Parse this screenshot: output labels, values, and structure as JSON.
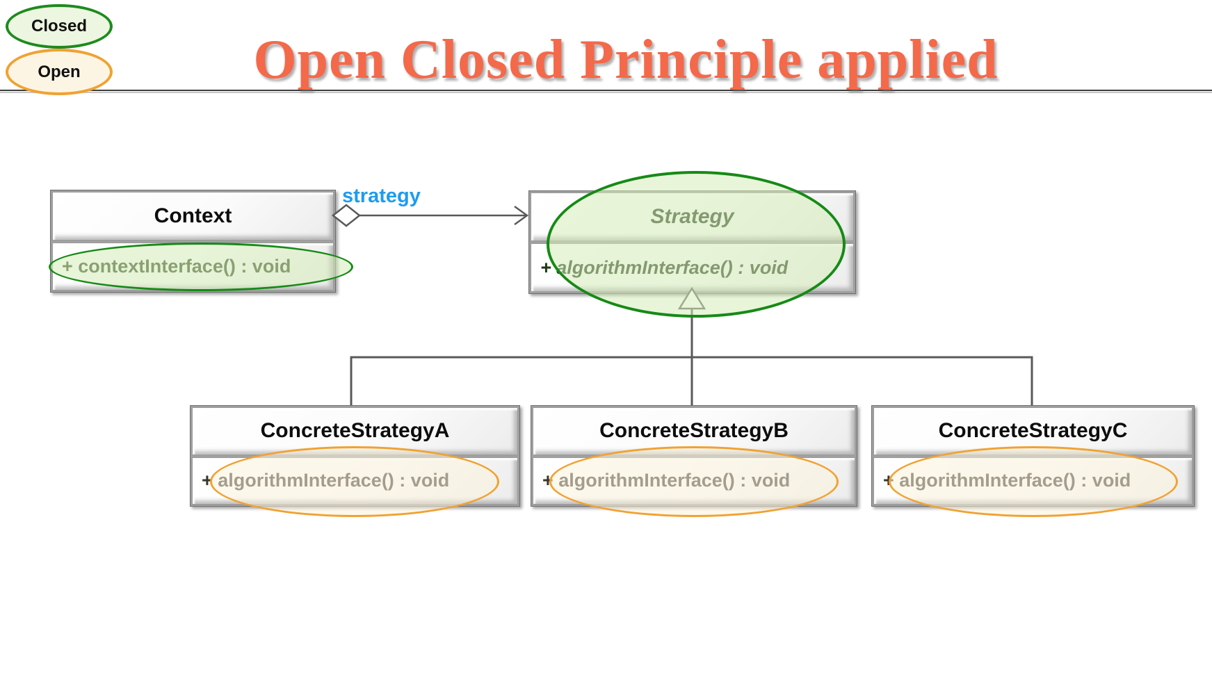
{
  "slide": {
    "title": "Open Closed Principle applied",
    "title_color": "#f4694a"
  },
  "legend": {
    "closed": {
      "label": "Closed",
      "stroke_color": "#1e8a1e",
      "fill_color": "#ecf6e0"
    },
    "open": {
      "label": "Open",
      "stroke_color": "#f0a232",
      "fill_color": "#fdf5e4"
    }
  },
  "diagram": {
    "association_label": "strategy",
    "association_label_color": "#1e9bf2",
    "connector_color": "#595959",
    "classes": {
      "context": {
        "name": "Context",
        "method": "+ contextInterface() : void"
      },
      "strategy": {
        "name": "Strategy",
        "method": "+ algorithmInterface() : void"
      }
    },
    "concrete": [
      {
        "name": "ConcreteStrategyA",
        "method": "+ algorithmInterface() : void"
      },
      {
        "name": "ConcreteStrategyB",
        "method": "+ algorithmInterface() : void"
      },
      {
        "name": "ConcreteStrategyC",
        "method": "+ algorithmInterface() : void"
      }
    ]
  }
}
